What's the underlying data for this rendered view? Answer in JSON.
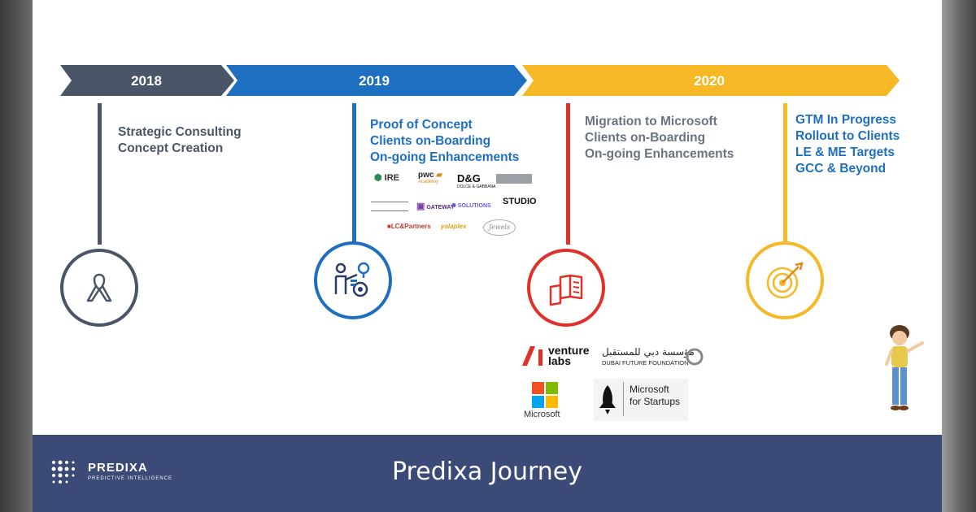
{
  "colors": {
    "band_2018": "#4a5568",
    "band_2019": "#1f6fc1",
    "band_2020": "#f6b825",
    "dark_slate": "#4a5568",
    "blue": "#1f6fc1",
    "red": "#e0302a",
    "yellow": "#f6b825",
    "footer": "#3c4a78"
  },
  "timeline": {
    "years": [
      "2018",
      "2019",
      "2020"
    ]
  },
  "milestones": [
    {
      "lines": [
        "Strategic Consulting",
        "Concept Creation"
      ],
      "icon": "awareness-ribbon-icon"
    },
    {
      "lines": [
        "Proof of Concept",
        "Clients on-Boarding",
        "On-going Enhancements"
      ],
      "icon": "presenter-gear-icon"
    },
    {
      "lines": [
        "Migration to Microsoft",
        "Clients on-Boarding",
        "On-going Enhancements"
      ],
      "icon": "open-book-icon"
    },
    {
      "lines": [
        "GTM In Progress",
        "Rollout to Clients",
        "LE & ME Targets",
        "GCC & Beyond"
      ],
      "icon": "target-arrow-icon"
    }
  ],
  "client_logos": [
    "IRE",
    "pwc",
    "D&G",
    "GATEWAY",
    "STUDIO",
    "LC&Partners",
    "yalaplex",
    "Jewels"
  ],
  "client_logo_subs": [
    "Academy",
    "DOLCE & GABBANA",
    "SOLUTIONS"
  ],
  "partners": {
    "venture_labs": [
      "venture",
      "labs"
    ],
    "dubai_future_arabic": "مؤسسة دبي للمستقبل",
    "dubai_future": "DUBAI FUTURE FOUNDATION",
    "microsoft": "Microsoft",
    "ms_startups": [
      "Microsoft",
      "for Startups"
    ]
  },
  "footer": {
    "brand": "PREDIXA",
    "tagline": "PREDICTIVE INTELLIGENCE",
    "title": "Predixa Journey"
  }
}
